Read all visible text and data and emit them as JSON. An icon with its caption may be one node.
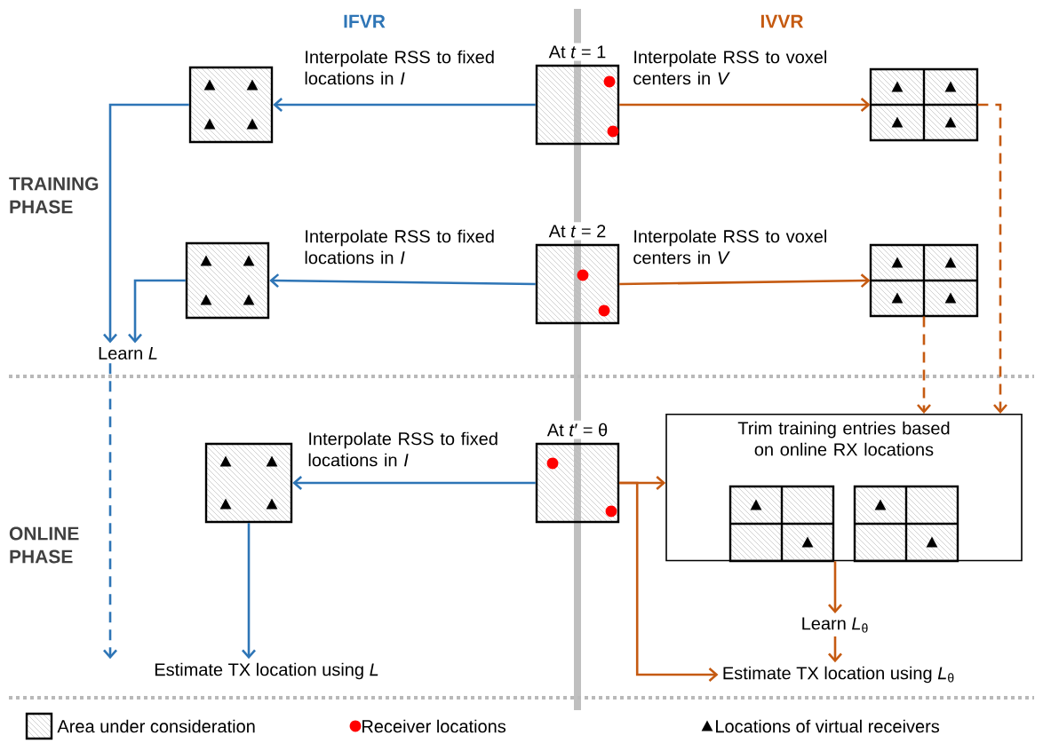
{
  "diagram": {
    "nodes": [
      {
        "text": [],
        "shape": "box",
        "beside": [
          "At *t* = 1"
        ]
      },
      {
        "text": [],
        "shape": "box"
      },
      {
        "text": [],
        "shape": "box"
      },
      {
        "text": [],
        "shape": "box",
        "beside": [
          "At *t* = 2"
        ]
      },
      {
        "text": [],
        "shape": "box"
      },
      {
        "text": [],
        "shape": "box"
      },
      {
        "text": [
          "Learn *L*"
        ]
      },
      {
        "text": [],
        "shape": "box",
        "beside": [
          "At *t*′ = θ"
        ]
      },
      {
        "text": [],
        "shape": "box"
      },
      {
        "text": [
          "Trim training entries based on online RX locations"
        ]
      },
      {
        "text": [
          "Learn *L*$_{θ}$"
        ]
      },
      {
        "text": [
          "Estimate TX location using *L*"
        ]
      },
      {
        "text": [
          "Estimate TX location using *L*$_{θ}$"
        ]
      }
    ],
    "edges": [
      {
        "from": 0,
        "to": 1,
        "arrow": "to",
        "label": "Interpolate RSS to fixed locations in *I*",
        "color": "#2e75b6"
      },
      {
        "from": 0,
        "to": 2,
        "arrow": "to",
        "label": "Interpolate RSS to voxel centers in *V*"
      },
      {
        "from": 3,
        "to": 4,
        "arrow": "to",
        "label": "Interpolate RSS to fixed locations in *I*",
        "color": "#2e75b6"
      },
      {
        "from": 3,
        "to": 5,
        "arrow": "to",
        "label": "Interpolate RSS to voxel centers in *V*"
      },
      {
        "from": 1,
        "to": 6,
        "arrow": "to",
        "color": "#2e75b6"
      },
      {
        "from": 4,
        "to": 6,
        "arrow": "to",
        "color": "#2e75b6"
      },
      {
        "from": 7,
        "to": 8,
        "arrow": "to",
        "label": "Interpolate RSS to fixed locations in *I*",
        "color": "#2e75b6"
      },
      {
        "from": 6,
        "to": 11,
        "arrow": "to",
        "style": "dashed",
        "color": "#2e75b6"
      },
      {
        "from": 8,
        "to": 11,
        "arrow": "to",
        "color": "#2e75b6"
      },
      {
        "from": 5,
        "to": 9,
        "arrow": "to",
        "style": "dashed"
      },
      {
        "from": 2,
        "to": 9,
        "arrow": "to",
        "style": "dashed"
      },
      {
        "from": 7,
        "to": 9,
        "arrow": "to"
      },
      {
        "from": 7,
        "to": 12,
        "arrow": "to"
      },
      {
        "from": 9,
        "to": 10,
        "arrow": "to"
      },
      {
        "from": 10,
        "to": 12,
        "arrow": "to"
      }
    ],
    "labels": [
      "IFVR",
      "IVVR",
      "TRAINING PHASE",
      "ONLINE PHASE"
    ],
    "legend": [
      {
        "text": "Area under consideration"
      },
      {
        "text": "Receiver locations"
      },
      {
        "text": "Locations of virtual receivers"
      }
    ]
  }
}
